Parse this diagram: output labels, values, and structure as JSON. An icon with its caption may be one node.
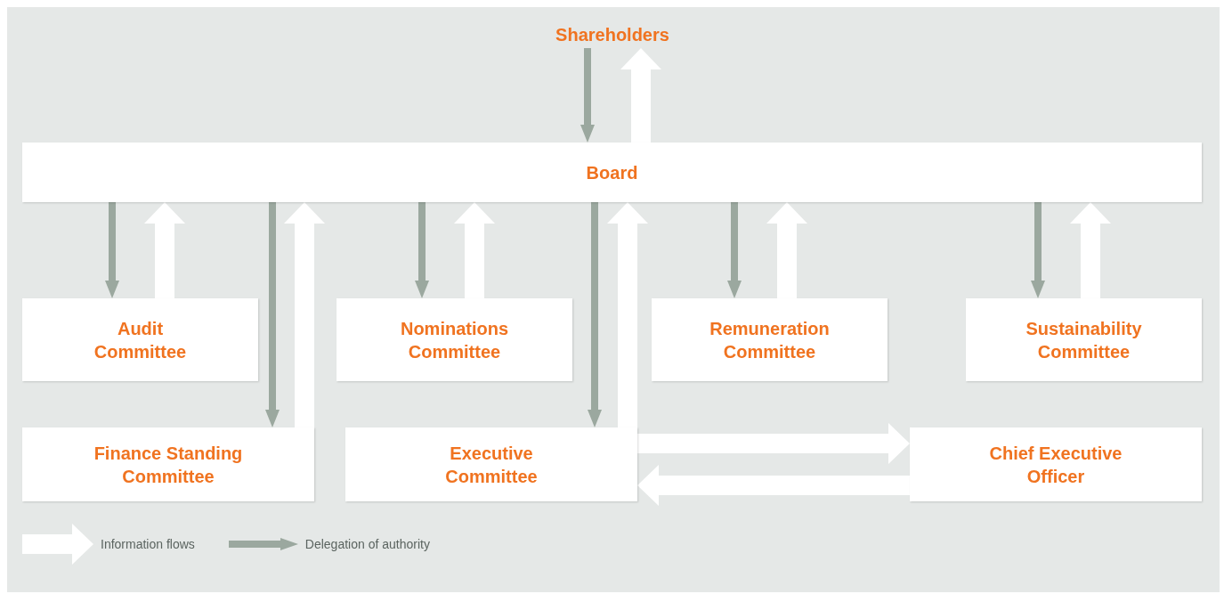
{
  "diagram": {
    "nodes": [
      {
        "text": [
          "Shareholders"
        ]
      },
      {
        "text": [
          "Board"
        ]
      },
      {
        "text": [
          "Audit Committee"
        ]
      },
      {
        "text": [
          "Nominations Committee"
        ]
      },
      {
        "text": [
          "Remuneration Committee"
        ]
      },
      {
        "text": [
          "Sustainability Committee"
        ]
      },
      {
        "text": [
          "Finance Standing Committee"
        ]
      },
      {
        "text": [
          "Executive Committee"
        ]
      },
      {
        "text": [
          "Chief Executive Officer"
        ]
      }
    ],
    "edges": [
      {
        "from": 0,
        "to": 1,
        "arrow": "to",
        "color": "#9ba89f"
      },
      {
        "from": 1,
        "to": 0,
        "arrow": "to",
        "style": "thick",
        "color": "#ffffff"
      },
      {
        "from": 1,
        "to": 2,
        "arrow": "to",
        "color": "#9ba89f"
      },
      {
        "from": 2,
        "to": 1,
        "arrow": "to",
        "style": "thick",
        "color": "#ffffff"
      },
      {
        "from": 1,
        "to": 6,
        "arrow": "to",
        "color": "#9ba89f"
      },
      {
        "from": 6,
        "to": 1,
        "arrow": "to",
        "style": "thick",
        "color": "#ffffff"
      },
      {
        "from": 1,
        "to": 3,
        "arrow": "to",
        "color": "#9ba89f"
      },
      {
        "from": 3,
        "to": 1,
        "arrow": "to",
        "style": "thick",
        "color": "#ffffff"
      },
      {
        "from": 1,
        "to": 7,
        "arrow": "to",
        "color": "#9ba89f"
      },
      {
        "from": 7,
        "to": 1,
        "arrow": "to",
        "style": "thick",
        "color": "#ffffff"
      },
      {
        "from": 1,
        "to": 4,
        "arrow": "to",
        "color": "#9ba89f"
      },
      {
        "from": 4,
        "to": 1,
        "arrow": "to",
        "style": "thick",
        "color": "#ffffff"
      },
      {
        "from": 1,
        "to": 5,
        "arrow": "to",
        "color": "#9ba89f"
      },
      {
        "from": 5,
        "to": 1,
        "arrow": "to",
        "style": "thick",
        "color": "#ffffff"
      },
      {
        "from": 7,
        "to": 8,
        "arrow": "to",
        "style": "thick",
        "color": "#ffffff"
      },
      {
        "from": 8,
        "to": 7,
        "arrow": "to",
        "style": "thick",
        "color": "#ffffff"
      }
    ],
    "legend": [
      {
        "text": "Information flows"
      },
      {
        "text": "Delegation of authority"
      }
    ]
  }
}
